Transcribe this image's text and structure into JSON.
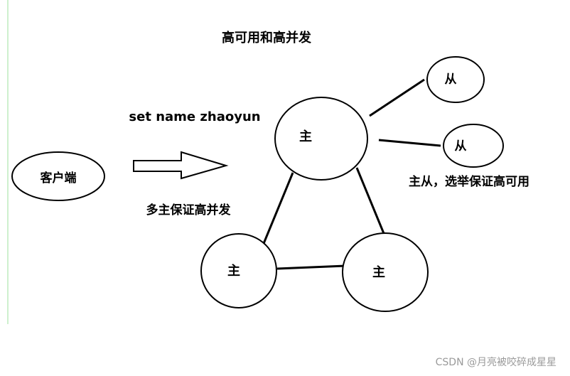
{
  "title": "高可用和高并发",
  "command": "set name zhaoyun",
  "client_label": "客户端",
  "multi_master_caption": "多主保证高并发",
  "master_slave_caption": "主从，选举保证高可用",
  "nodes": {
    "master_top": "主",
    "master_left": "主",
    "master_right": "主",
    "slave_1": "从",
    "slave_2": "从"
  },
  "watermark": "CSDN @月亮被咬碎成星星",
  "colors": {
    "stroke": "#000000",
    "left_rule": "#9ee29e",
    "watermark": "#9a9a9a"
  }
}
